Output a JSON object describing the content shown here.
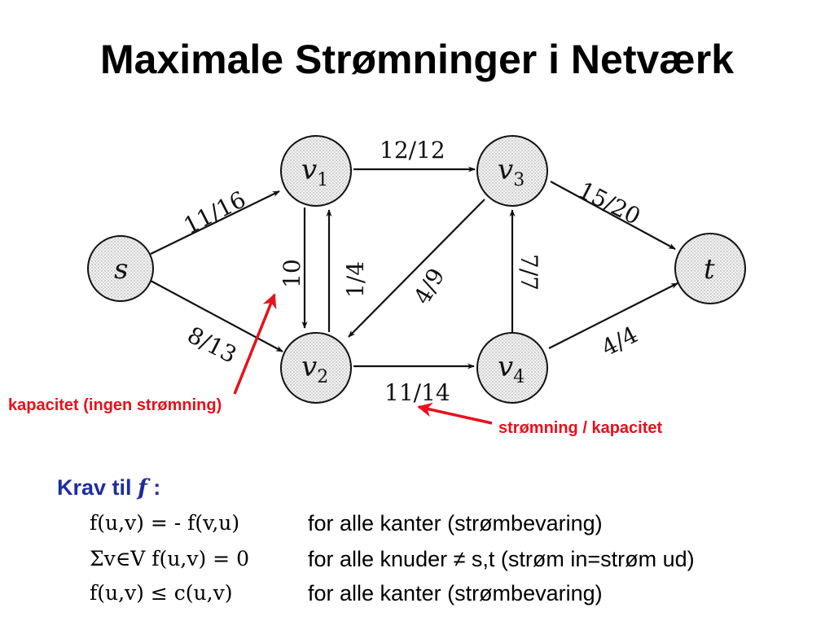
{
  "title": "Maximale Strømninger i Netværk",
  "colors": {
    "annotation": "#e8101c",
    "heading": "#1f2d9c",
    "node_fill": "#e9e9e9"
  },
  "diagram": {
    "nodes": [
      {
        "id": "s",
        "label": "s",
        "sub": ""
      },
      {
        "id": "v1",
        "label": "v",
        "sub": "1"
      },
      {
        "id": "v2",
        "label": "v",
        "sub": "2"
      },
      {
        "id": "v3",
        "label": "v",
        "sub": "3"
      },
      {
        "id": "v4",
        "label": "v",
        "sub": "4"
      },
      {
        "id": "t",
        "label": "t",
        "sub": ""
      }
    ],
    "edges": [
      {
        "from": "s",
        "to": "v1",
        "label": "11/16"
      },
      {
        "from": "s",
        "to": "v2",
        "label": "8/13"
      },
      {
        "from": "v1",
        "to": "v3",
        "label": "12/12"
      },
      {
        "from": "v1",
        "to": "v2",
        "label": "10"
      },
      {
        "from": "v2",
        "to": "v1",
        "label": "1/4"
      },
      {
        "from": "v3",
        "to": "v2",
        "label": "4/9"
      },
      {
        "from": "v4",
        "to": "v3",
        "label": "7/7"
      },
      {
        "from": "v3",
        "to": "t",
        "label": "15/20"
      },
      {
        "from": "v2",
        "to": "v4",
        "label": "11/14"
      },
      {
        "from": "v4",
        "to": "t",
        "label": "4/4"
      }
    ],
    "annotations": {
      "capacity": "kapacitet (ingen strømning)",
      "flow_capacity": "strømning / kapacitet"
    }
  },
  "requirements": {
    "heading": "Krav til",
    "heading_var": "f",
    "heading_colon": ":",
    "rows": [
      {
        "formula": "f(u,v) = - f(v,u)",
        "desc": "for alle kanter (strømbevaring)"
      },
      {
        "formula": "Σv∈V f(u,v) = 0",
        "desc": "for alle knuder ≠ s,t (strøm in=strøm ud)"
      },
      {
        "formula": "f(u,v) ≤ c(u,v)",
        "desc": "for alle kanter (strømbevaring)"
      }
    ]
  }
}
